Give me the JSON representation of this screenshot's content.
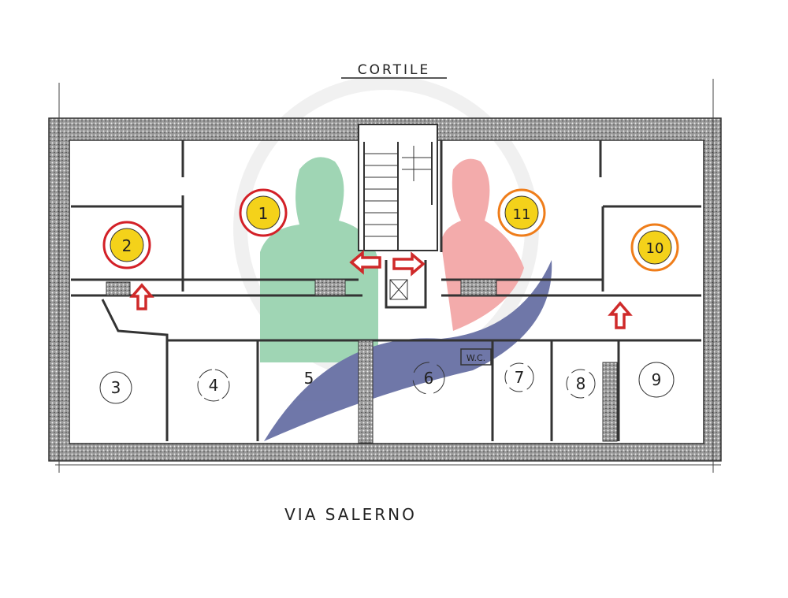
{
  "plan": {
    "top_label": "CORTILE",
    "bottom_label": "VIA SALERNO",
    "wc_label": "W.C."
  },
  "highlighted_rooms": [
    {
      "number": "1",
      "ring_color": "#d32027"
    },
    {
      "number": "2",
      "ring_color": "#d32027"
    },
    {
      "number": "11",
      "ring_color": "#ef7d1a"
    },
    {
      "number": "10",
      "ring_color": "#ef7d1a"
    }
  ],
  "rooms": [
    "3",
    "4",
    "5",
    "6",
    "7",
    "8",
    "9"
  ],
  "colors": {
    "marker_fill": "#f4d21a",
    "arrow": "#cf2a2a",
    "wall": "#555555",
    "watermark_green": "#7fc79c",
    "watermark_red": "#ef8f8f",
    "watermark_blue": "#3f4a8c",
    "watermark_grey": "#e6e6e6"
  },
  "arrows": [
    "up",
    "left",
    "right",
    "up"
  ]
}
